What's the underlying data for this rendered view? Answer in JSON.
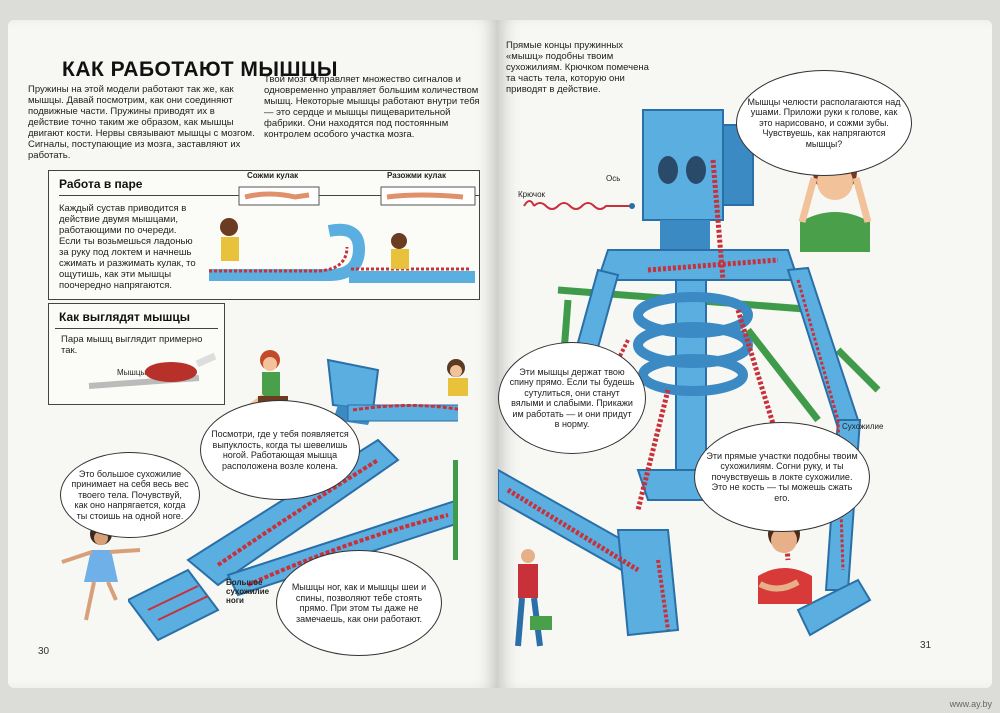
{
  "left": {
    "title": "КАК РАБОТАЮТ МЫШЦЫ",
    "intro_left": "Пружины на этой модели работают так же, как мышцы. Давай посмотрим, как они соединяют подвижные части. Пружины приводят их в действие точно таким же образом, как мышцы двигают кости. Нервы связывают мышцы с мозгом. Сигналы, поступающие из мозга, заставляют их работать.",
    "intro_right": "Твой мозг отправляет множество сигналов и одновременно управляет большим количеством мышц. Некоторые мышцы работают внутри тебя — это сердце и мышцы пищеварительной фабрики. Они находятся под постоянным контролем особого участка мозга.",
    "pair": {
      "heading": "Работа в паре",
      "text": "Каждый сустав приводится в действие двумя мышцами, работающими по очереди. Если ты возьмешься ладонью за руку под локтем и начнешь сжимать и разжимать кулак, то ощутишь, как эти мышцы поочередно напрягаются.",
      "squeeze_label": "Сожми кулак",
      "release_label": "Разожми кулак"
    },
    "look": {
      "heading": "Как выглядят мышцы",
      "text": "Пара мышц выглядит примерно так.",
      "muscles_label": "Мышцы"
    },
    "bubble_knee": "Посмотри, где у тебя появляется выпуклость, когда ты шевелишь ногой. Работающая мышца расположена возле колена.",
    "bubble_tendon": "Это большое сухожилие принимает на себя весь вес твоего тела. Почувствуй, как оно напрягается, когда ты стоишь на одной ноге.",
    "bubble_legs": "Мышцы ног, как и мышцы шеи и спины, позволяют тебе стоять прямо. При этом ты даже не замечаешь, как они работают.",
    "big_tendon_label": "Большое сухожилие ноги",
    "page_number": "30"
  },
  "right": {
    "intro": "Прямые концы пружинных «мышц» подобны твоим сухожилиям. Крючком помечена та часть тела, которую они приводят в действие.",
    "hook_label": "Крючок",
    "axis_label": "Ось",
    "bubble_jaw": "Мышцы челюсти располагаются над ушами. Приложи руки к голове, как это нарисовано, и сожми зубы. Чувствуешь, как напрягаются мышцы?",
    "bubble_back": "Эти мышцы держат твою спину прямо. Если ты будешь сутулиться, они станут вялыми и слабыми. Прикажи им работать — и они придут в норму.",
    "bubble_elbow": "Эти прямые участки подобны твоим сухожилиям. Согни руку, и ты почувствуешь в локте сухожилие. Это не кость — ты можешь сжать его.",
    "tendon_label": "Сухожилие",
    "page_number": "31"
  },
  "watermark": "www.ay.by",
  "colors": {
    "robot_blue": "#5aaee0",
    "robot_dark": "#2a6fa8",
    "spring_red": "#c8303a",
    "frame_green": "#3f9a4a",
    "skin": "#f2c29a"
  }
}
